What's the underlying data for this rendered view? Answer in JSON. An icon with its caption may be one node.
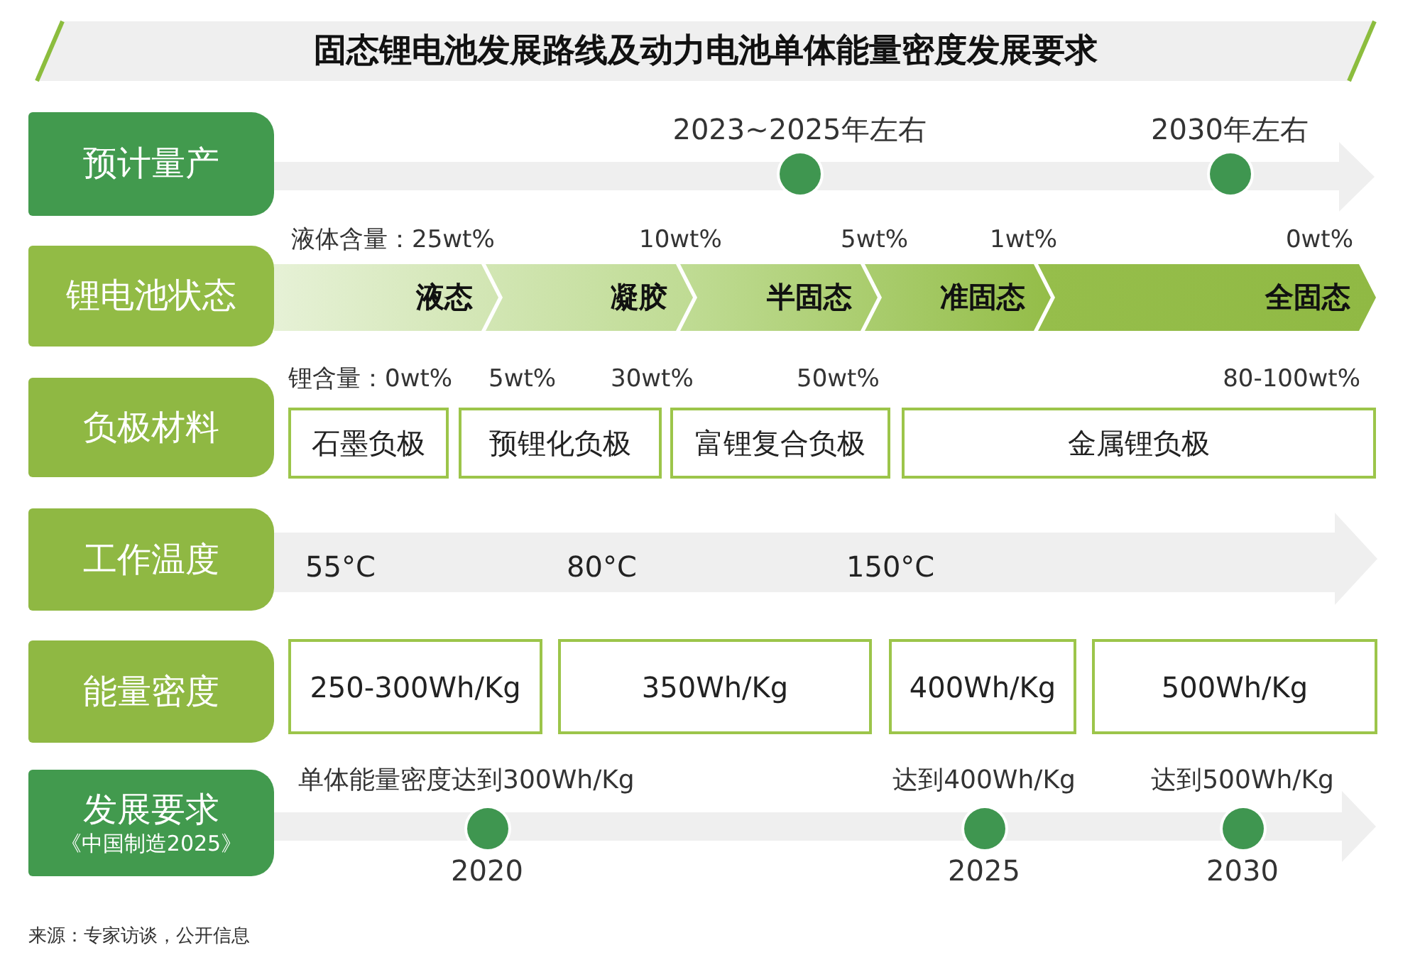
{
  "diagram": {
    "title": "固态锂电池发展路线及动力电池单体能量密度发展要求",
    "nodes": [
      {
        "text": [
          "预计量产"
        ]
      },
      {
        "text": [],
        "shape": "circle",
        "beside": [
          "2023~2025年左右"
        ]
      },
      {
        "text": [],
        "shape": "circle",
        "beside": [
          "2030年左右"
        ]
      },
      {
        "text": [
          "锂电池状态"
        ]
      },
      {
        "text": [
          "液态"
        ]
      },
      {
        "text": [
          "凝胶"
        ]
      },
      {
        "text": [
          "半固态"
        ]
      },
      {
        "text": [
          "准固态"
        ]
      },
      {
        "text": [
          "全固态"
        ]
      },
      {
        "text": [
          "负极材料"
        ]
      },
      {
        "text": [
          "石墨负极"
        ]
      },
      {
        "text": [
          "预锂化负极"
        ]
      },
      {
        "text": [
          "富锂复合负极"
        ]
      },
      {
        "text": [
          "金属锂负极"
        ]
      },
      {
        "text": [
          "工作温度"
        ]
      },
      {
        "text": [
          "55°C",
          "80°C",
          "150°C"
        ]
      },
      {
        "text": [
          "能量密度"
        ]
      },
      {
        "text": [
          "250-300Wh/Kg"
        ]
      },
      {
        "text": [
          "350Wh/Kg"
        ]
      },
      {
        "text": [
          "400Wh/Kg"
        ]
      },
      {
        "text": [
          "500Wh/Kg"
        ]
      },
      {
        "text": [
          "发展要求",
          "《中国制造2025》"
        ]
      },
      {
        "text": [],
        "shape": "circle",
        "beside": [
          "单体能量密度达到300Wh/Kg",
          "2020"
        ]
      },
      {
        "text": [],
        "shape": "circle",
        "beside": [
          "达到400Wh/Kg",
          "2025"
        ]
      },
      {
        "text": [],
        "shape": "circle",
        "beside": [
          "达到500Wh/Kg",
          "2030"
        ]
      }
    ],
    "labels": [
      "液体含量：25wt%",
      "10wt%",
      "5wt%",
      "1wt%",
      "0wt%",
      "锂含量：0wt%",
      "5wt%",
      "30wt%",
      "50wt%",
      "80-100wt%"
    ],
    "caption": "来源：专家访谈，公开信息"
  }
}
